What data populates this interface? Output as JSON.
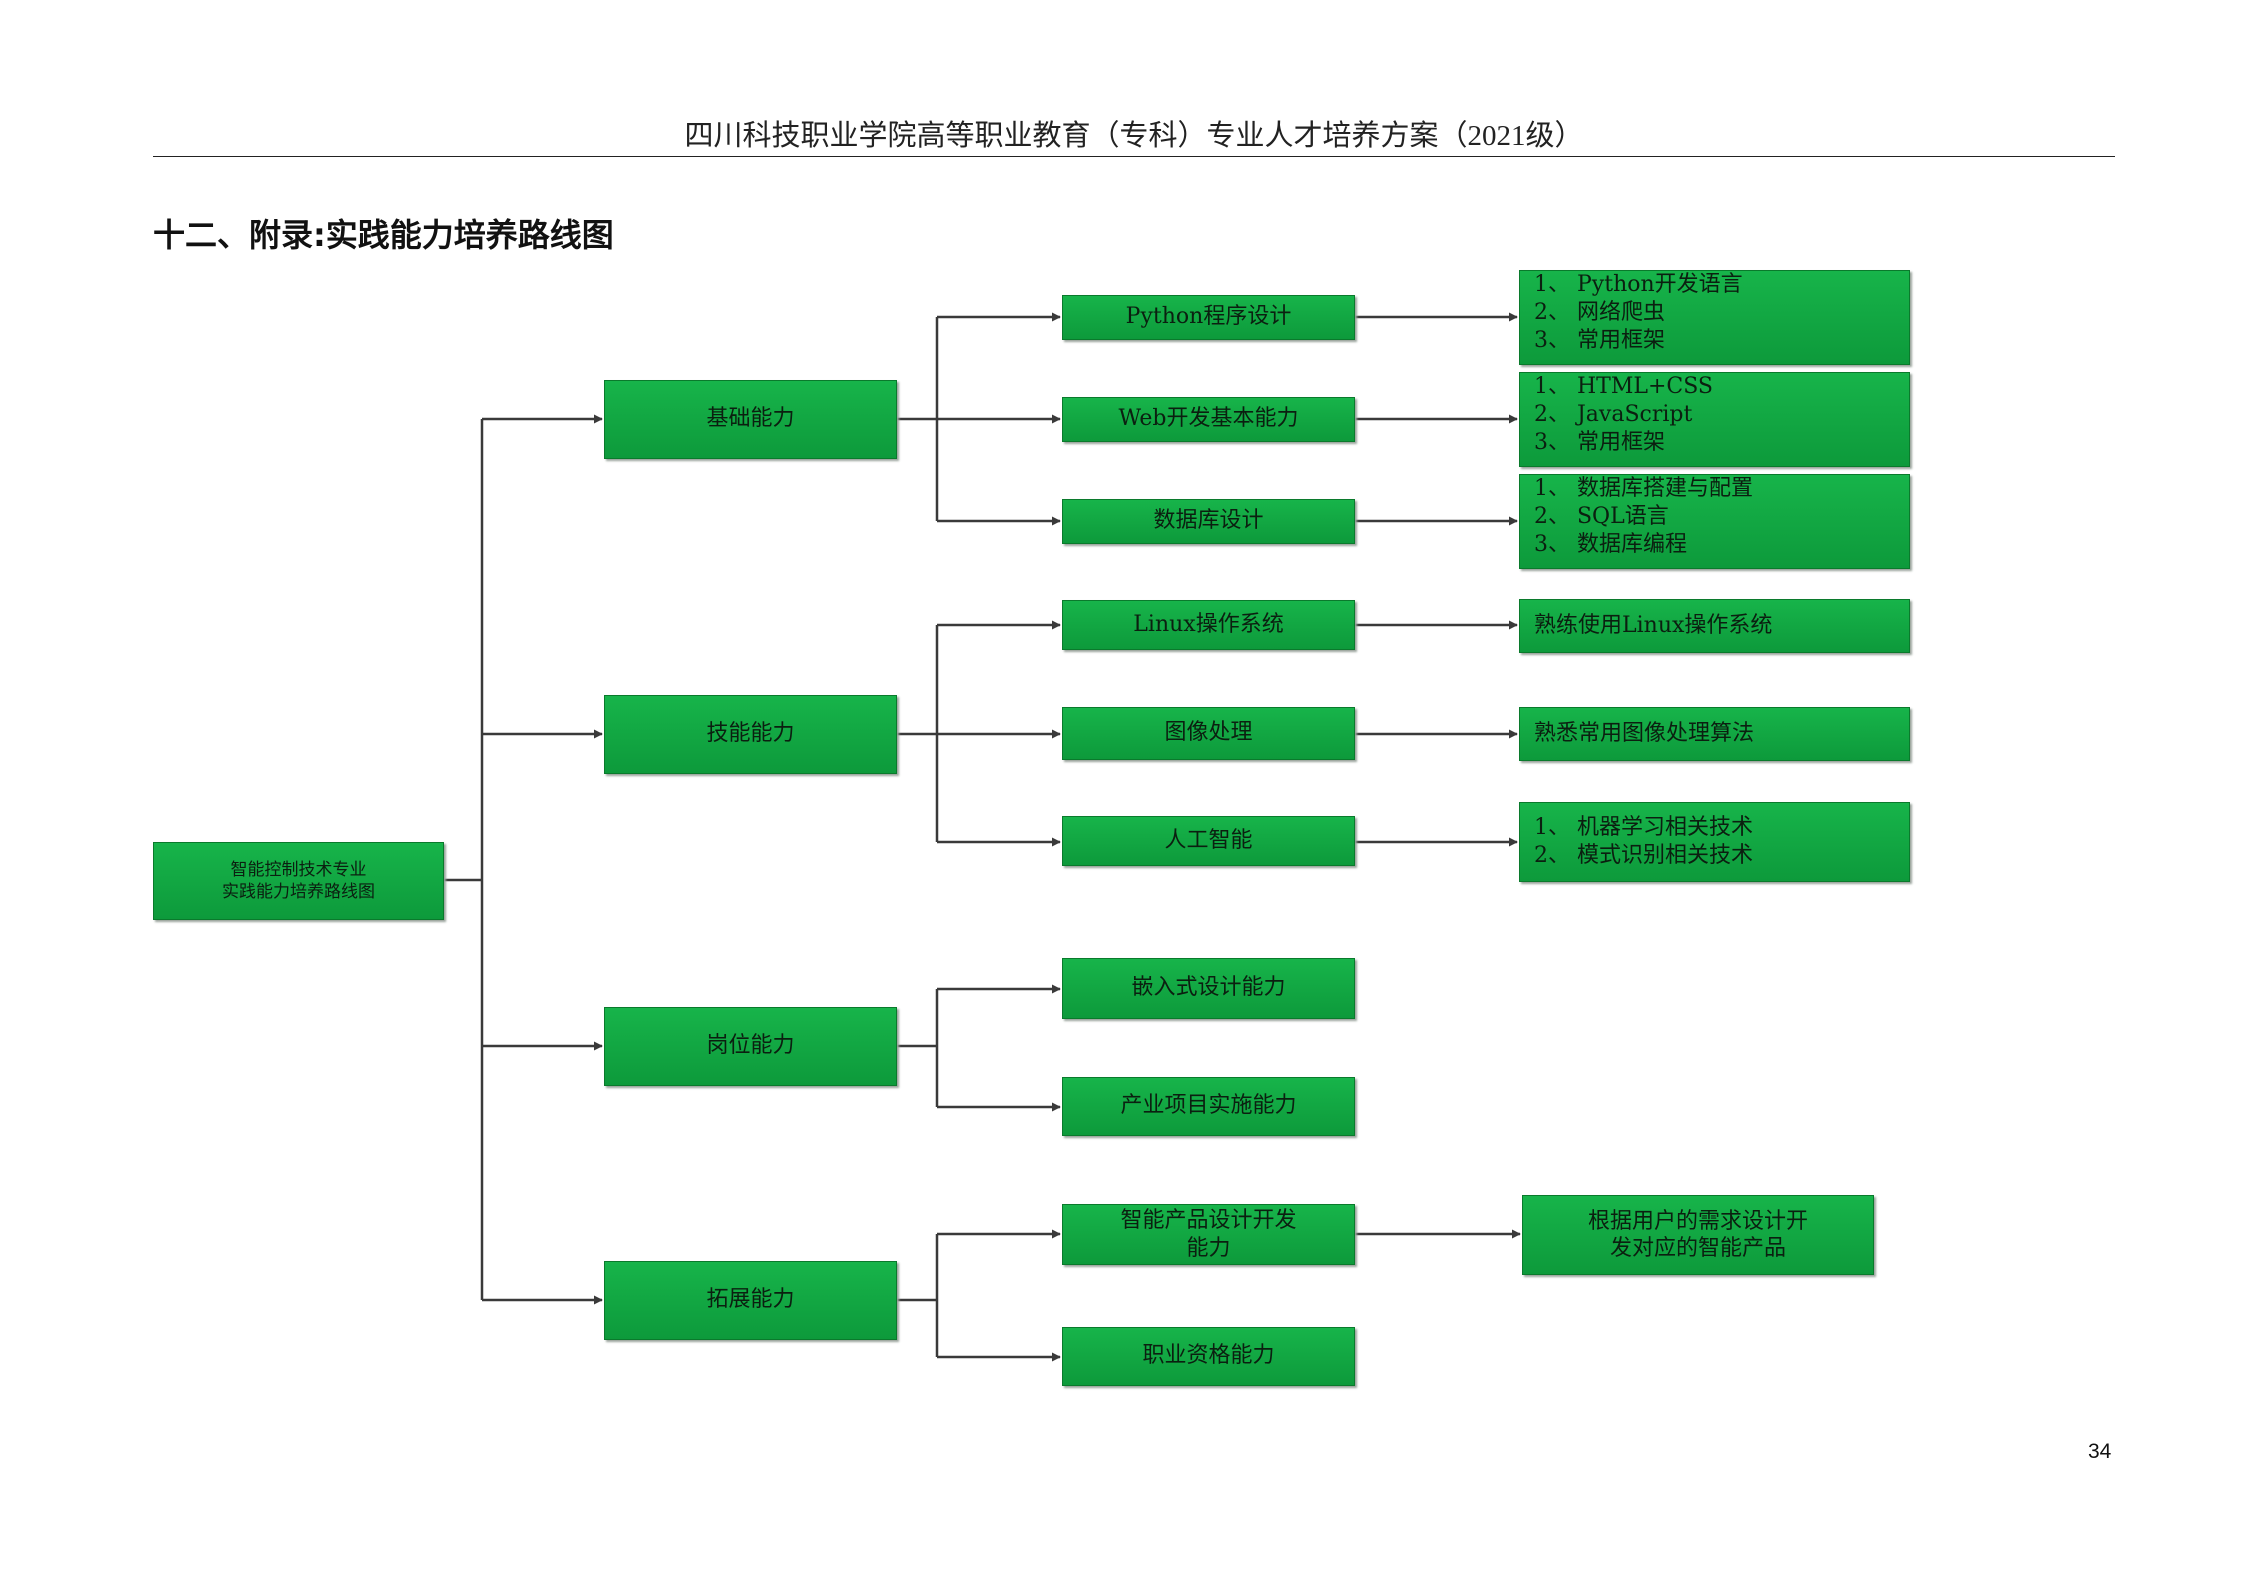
{
  "header": {
    "title": "四川科技职业学院高等职业教育（专科）专业人才培养方案（2021级）"
  },
  "section_title": "十二、附录:实践能力培养路线图",
  "page_number": "34",
  "colors": {
    "node_fill": "#12a944",
    "node_border": "#0a7a2c",
    "connector": "#3a3a3a"
  },
  "root": {
    "lines": [
      "智能控制技术专业",
      "实践能力培养路线图"
    ]
  },
  "categories": [
    {
      "label": "基础能力",
      "items": [
        {
          "label": "Python程序设计",
          "detail": [
            "1、 Python开发语言",
            "2、 网络爬虫",
            "3、 常用框架"
          ]
        },
        {
          "label": "Web开发基本能力",
          "detail": [
            "1、 HTML+CSS",
            "2、 JavaScript",
            "3、 常用框架"
          ]
        },
        {
          "label": "数据库设计",
          "detail": [
            "1、 数据库搭建与配置",
            "2、 SQL语言",
            "3、 数据库编程"
          ]
        }
      ]
    },
    {
      "label": "技能能力",
      "items": [
        {
          "label": "Linux操作系统",
          "detail": [
            "熟练使用Linux操作系统"
          ]
        },
        {
          "label": "图像处理",
          "detail": [
            "熟悉常用图像处理算法"
          ]
        },
        {
          "label": "人工智能",
          "detail": [
            "1、 机器学习相关技术",
            "2、 模式识别相关技术"
          ]
        }
      ]
    },
    {
      "label": "岗位能力",
      "items": [
        {
          "label": "嵌入式设计能力"
        },
        {
          "label": "产业项目实施能力"
        }
      ]
    },
    {
      "label": "拓展能力",
      "items": [
        {
          "label_lines": [
            "智能产品设计开发",
            "能力"
          ],
          "detail_center": [
            "根据用户的需求设计开",
            "发对应的智能产品"
          ]
        },
        {
          "label": "职业资格能力"
        }
      ]
    }
  ]
}
